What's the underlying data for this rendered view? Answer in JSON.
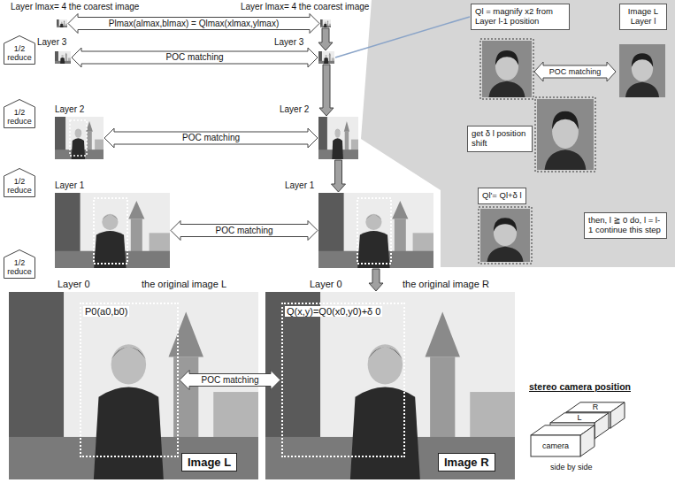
{
  "diagram": {
    "nodes": [
      {
        "text": [
          "Layer lmax= 4 the coarest image"
        ]
      },
      {
        "text": [
          "Layer lmax= 4 the coarest image"
        ]
      },
      {
        "text": [
          "1/2 reduce"
        ]
      },
      {
        "text": [
          "Layer 3"
        ]
      },
      {
        "text": [
          "Layer 3"
        ]
      },
      {
        "text": [
          "Ql = magnify x2 from Layer l-1 position"
        ]
      },
      {
        "text": [
          "Image L",
          "Layer l"
        ]
      },
      {
        "text": [
          "1/2 reduce"
        ]
      },
      {
        "text": [
          "Layer 2"
        ]
      },
      {
        "text": [
          "Layer 2"
        ]
      },
      {
        "text": [
          "get δ l position shift"
        ]
      },
      {
        "text": [
          "1/2 reduce"
        ]
      },
      {
        "text": [
          "Layer 1"
        ]
      },
      {
        "text": [
          "Layer 1"
        ]
      },
      {
        "text": [
          "Ql'= Ql+δ l"
        ]
      },
      {
        "text": [
          "then, l ≧ 0 do, l = l-1 continue this step"
        ]
      },
      {
        "text": [
          "1/2 reduce"
        ]
      },
      {
        "text": [
          "Layer 0",
          "the original image L"
        ]
      },
      {
        "text": [
          "P0(a0,b0)"
        ],
        "in": 17
      },
      {
        "text": [
          "Image L"
        ],
        "in": 17
      },
      {
        "text": [
          "Layer 0",
          "the original image R"
        ]
      },
      {
        "text": [
          "Q(x,y)=Q0(x0,y0)+δ 0"
        ],
        "in": 20
      },
      {
        "text": [
          "Image R"
        ],
        "in": 20
      }
    ],
    "edges": [
      {
        "from": 0,
        "to": 1,
        "arrow": "both",
        "label": "Plmax(almax,blmax) = Qlmax(xlmax,ylmax)"
      },
      {
        "from": 3,
        "to": 4,
        "arrow": "both",
        "label": "POC matching"
      },
      {
        "from": 8,
        "to": 9,
        "arrow": "both",
        "label": "POC matching"
      },
      {
        "from": 12,
        "to": 13,
        "arrow": "both",
        "label": "POC matching"
      },
      {
        "from": 18,
        "to": 21,
        "arrow": "both",
        "label": "POC matching"
      },
      {
        "from": 1,
        "to": 4,
        "arrow": "to"
      },
      {
        "from": 4,
        "to": 9,
        "arrow": "to"
      },
      {
        "from": 9,
        "to": 13,
        "arrow": "to"
      },
      {
        "from": 13,
        "to": 20,
        "arrow": "to"
      },
      {
        "from": 4,
        "to": 5,
        "arrow": "none"
      }
    ],
    "labels": [
      "POC matching",
      "stereo camera position",
      "R",
      "L",
      "camera",
      "side by side"
    ]
  }
}
